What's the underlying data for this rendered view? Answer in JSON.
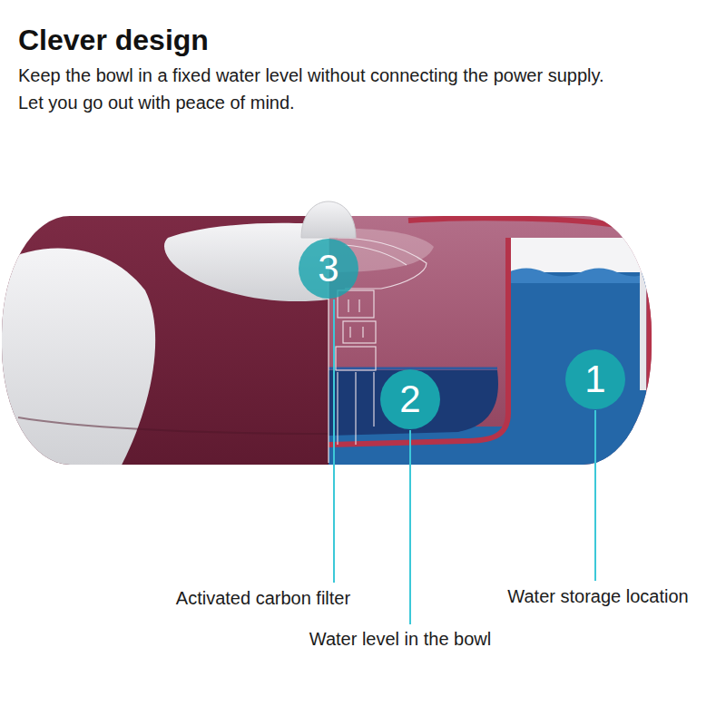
{
  "diagram": {
    "title": "Clever design",
    "nodes": [
      {
        "text": [
          "3"
        ]
      },
      {
        "text": [
          "2"
        ]
      },
      {
        "text": [
          "1"
        ]
      }
    ],
    "labels": [
      "Keep the bowl in a fixed water level without connecting the power supply.",
      "Let you go out with peace of mind.",
      "Activated carbon filter",
      "Water storage location",
      "Water level in the bowl"
    ]
  }
}
